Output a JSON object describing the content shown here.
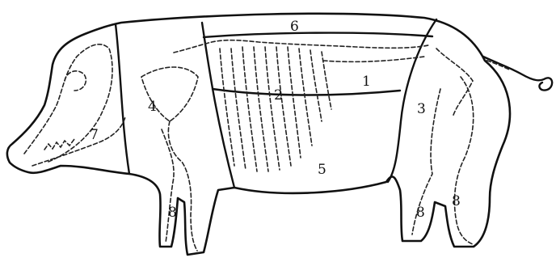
{
  "labels": [
    "6",
    "2",
    "1",
    "4",
    "7",
    "3",
    "5",
    "8",
    "8",
    "8"
  ],
  "colors": {
    "line": "#111111",
    "background": "#ffffff"
  }
}
